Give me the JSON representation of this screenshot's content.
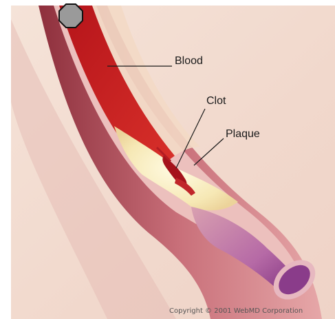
{
  "diagram": {
    "labels": {
      "blood": "Blood",
      "clot": "Clot",
      "plaque": "Plaque"
    },
    "copyright": "Copyright © 2001 WebMD Corporation"
  },
  "colors": {
    "background": "#f3ddd2",
    "vessel_wall": "#c9707a",
    "blood": "#c41e1e",
    "plaque": "#f7efc4",
    "lumen_purple": "#a04f9a",
    "badge": "#9a9a9a"
  },
  "icons": {
    "badge": "octagon-icon"
  }
}
